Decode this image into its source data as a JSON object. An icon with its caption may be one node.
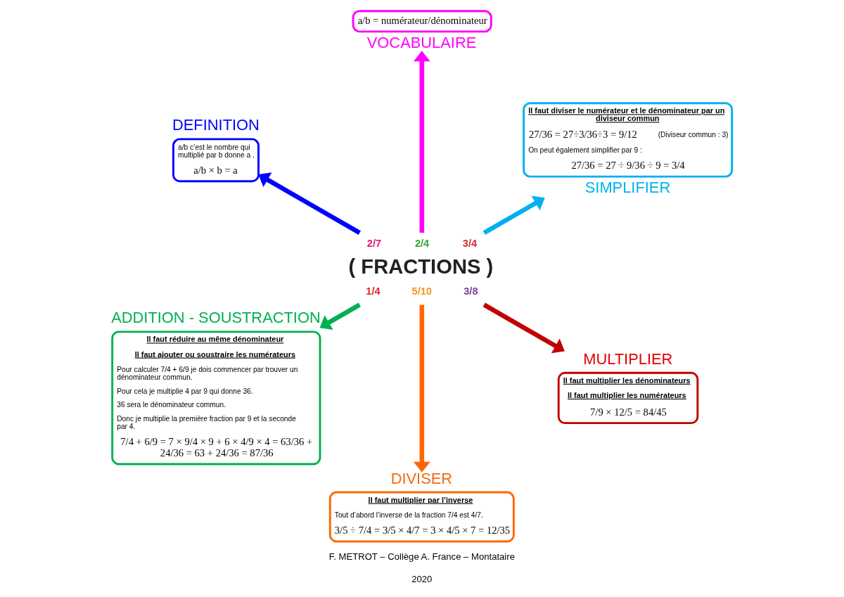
{
  "diagram": {
    "nodes": [
      {
        "text": [
          "a/b = numérateur/dénominateur",
          "VOCABULAIRE"
        ]
      },
      {
        "text": [
          "Il faut diviser le numérateur et le dénominateur par un diviseur commun",
          "27/36 = 27÷3/36÷3 = 9/12",
          "(Diviseur commun : 3)",
          "On peut également simplifier par 9 :",
          "27/36 = 27 ÷ 9/36 ÷ 9 = 3/4",
          "SIMPLIFIER"
        ]
      },
      {
        "text": [
          "DEFINITION",
          "a/b c’est le nombre qui multiplié par b donne a .",
          "a/b × b = a"
        ]
      },
      {
        "text": [
          "( FRACTIONS )"
        ],
        "beside": [
          "2/7",
          "2/4",
          "3/4",
          "1/4",
          "5/10",
          "3/8"
        ]
      },
      {
        "text": [
          "MULTIPLIER",
          "Il faut multiplier les dénominateurs",
          "Il faut multiplier les numérateurs",
          "7/9 × 12/5 = 84/45"
        ]
      },
      {
        "text": [
          "ADDITION - SOUSTRACTION",
          "Il faut réduire au même dénominateur",
          "Il faut ajouter ou soustraire les numérateurs",
          "Pour calculer 7/4 + 6/9 je dois commencer par trouver un dénominateur commun.",
          "Pour cela je multiplie 4 par 9 qui donne 36.",
          "36 sera le dénominateur commun.",
          "Donc je multiplie la première fraction par 9 et la seconde par 4.",
          "7/4 + 6/9 = 7 × 9/4 × 9 + 6 × 4/9 × 4 = 63/36 + 24/36 = 63 + 24/36 = 87/36"
        ]
      },
      {
        "text": [
          "DIVISER",
          "Il faut multiplier par l’inverse",
          "Tout d’abord l’inverse de la fraction 7/4 est 4/7.",
          "3/5 ÷ 7/4 = 3/5 × 4/7 = 3 × 4/5 × 7 = 12/35"
        ]
      }
    ],
    "edges": [
      {
        "from": 3,
        "to": 0,
        "arrow": "to",
        "color": "#ff00ff"
      },
      {
        "from": 3,
        "to": 1,
        "arrow": "to",
        "color": "#00b0f0"
      },
      {
        "from": 3,
        "to": 4,
        "arrow": "to",
        "color": "#c00000"
      },
      {
        "from": 3,
        "to": 6,
        "arrow": "to",
        "color": "#ff6600"
      },
      {
        "from": 3,
        "to": 5,
        "arrow": "to",
        "color": "#00b050"
      },
      {
        "from": 3,
        "to": 2,
        "arrow": "to",
        "color": "#0000ff"
      }
    ],
    "labels": [
      "F. METROT – Collège A. France – Montataire",
      "2020"
    ]
  }
}
